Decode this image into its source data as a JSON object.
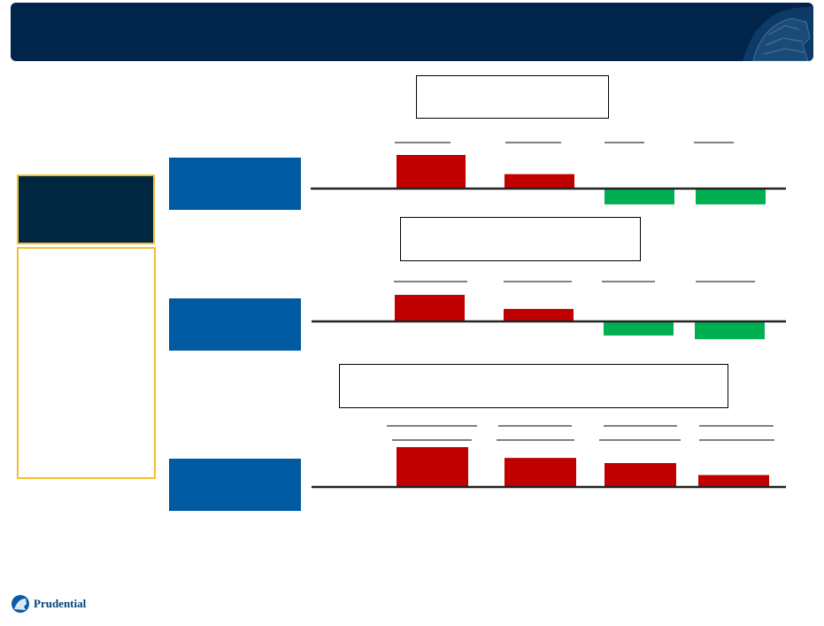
{
  "colors": {
    "banner": "#00244a",
    "panel_blue": "#005aa1",
    "panel_dark": "#00273f",
    "panel_border": "#f0c030",
    "positive": "#c00000",
    "negative": "#00b050",
    "baseline": "#222222"
  },
  "icons": {
    "banner_mark": "rock-of-gibraltar-icon",
    "brand_mark": "rock-of-gibraltar-icon"
  },
  "brand": {
    "name": "Prudential"
  },
  "chart_data": [
    {
      "type": "bar",
      "title": "",
      "categories": [
        "",
        "",
        "",
        ""
      ],
      "values": [
        1.0,
        0.43,
        -0.47,
        -0.47
      ],
      "ylim": [
        -1,
        1
      ],
      "grid": false,
      "series_colors": [
        "#c00000",
        "#c00000",
        "#00b050",
        "#00b050"
      ]
    },
    {
      "type": "bar",
      "title": "",
      "categories": [
        "",
        "",
        "",
        ""
      ],
      "values": [
        1.0,
        0.47,
        -0.53,
        -0.67
      ],
      "ylim": [
        -1,
        1
      ],
      "grid": false,
      "series_colors": [
        "#c00000",
        "#c00000",
        "#00b050",
        "#00b050"
      ]
    },
    {
      "type": "bar",
      "title": "",
      "categories": [
        "",
        "",
        "",
        ""
      ],
      "values": [
        1.0,
        0.73,
        0.6,
        0.3
      ],
      "ylim": [
        0,
        1
      ],
      "grid": false,
      "series_colors": [
        "#c00000",
        "#c00000",
        "#c00000",
        "#c00000"
      ]
    }
  ]
}
